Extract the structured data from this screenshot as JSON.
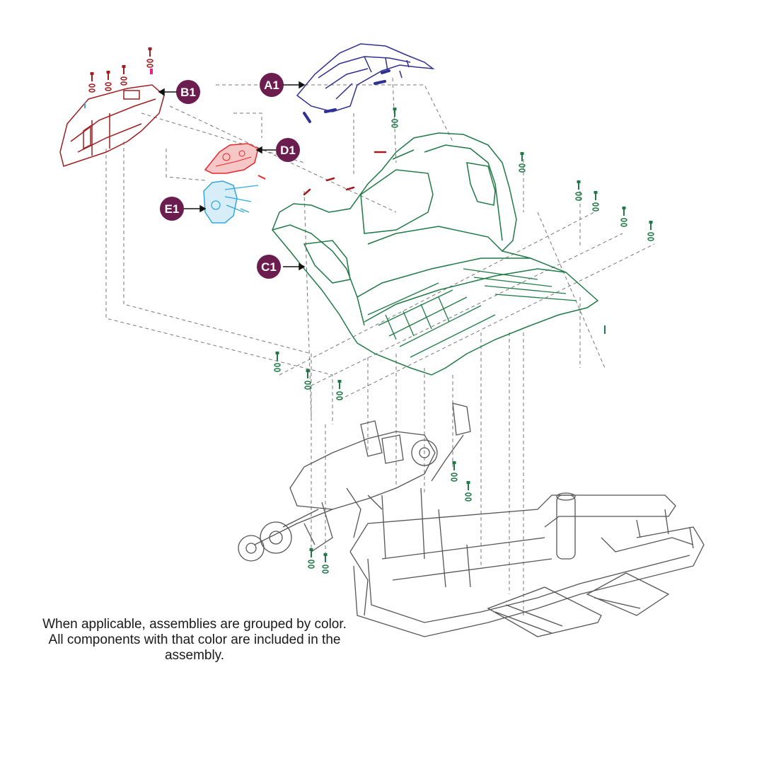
{
  "callouts": [
    {
      "id": "A1",
      "label": "A1",
      "color": "#2e3192"
    },
    {
      "id": "B1",
      "label": "B1",
      "color": "#a11d21"
    },
    {
      "id": "C1",
      "label": "C1",
      "color": "#1f7a45"
    },
    {
      "id": "D1",
      "label": "D1",
      "color": "#e8262b"
    },
    {
      "id": "E1",
      "label": "E1",
      "color": "#33a7dd"
    }
  ],
  "callout_fill": "#6b1d4f",
  "note": "When applicable, assemblies are grouped by color. All components with that color are included in the assembly.",
  "colors": {
    "frame": "#555555",
    "leader": "#777777"
  }
}
